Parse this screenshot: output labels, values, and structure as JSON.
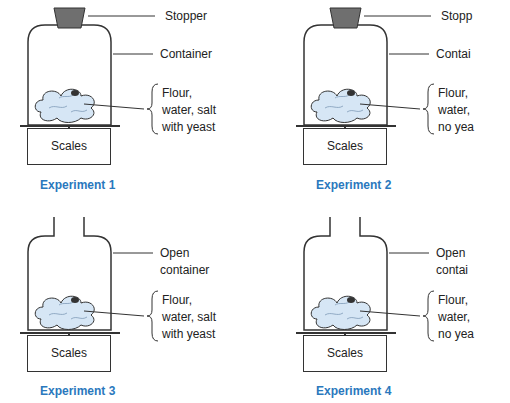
{
  "diagram": {
    "nodes": [
      {
        "text": [
          "Scales"
        ]
      },
      {
        "text": [
          "Scales"
        ]
      },
      {
        "text": [
          "Scales"
        ]
      },
      {
        "text": [
          "Scales"
        ]
      }
    ],
    "labels": [
      "Stopper",
      "Stopp",
      "Container",
      "Contai",
      "Flour, water, salt with yeast",
      "Flour, water, no yea",
      "Experiment 1",
      "Experiment 2",
      "Open container",
      "Open contai",
      "Flour, water, salt with yeast",
      "Flour, water, no yea",
      "Experiment 3",
      "Experiment 4"
    ]
  }
}
